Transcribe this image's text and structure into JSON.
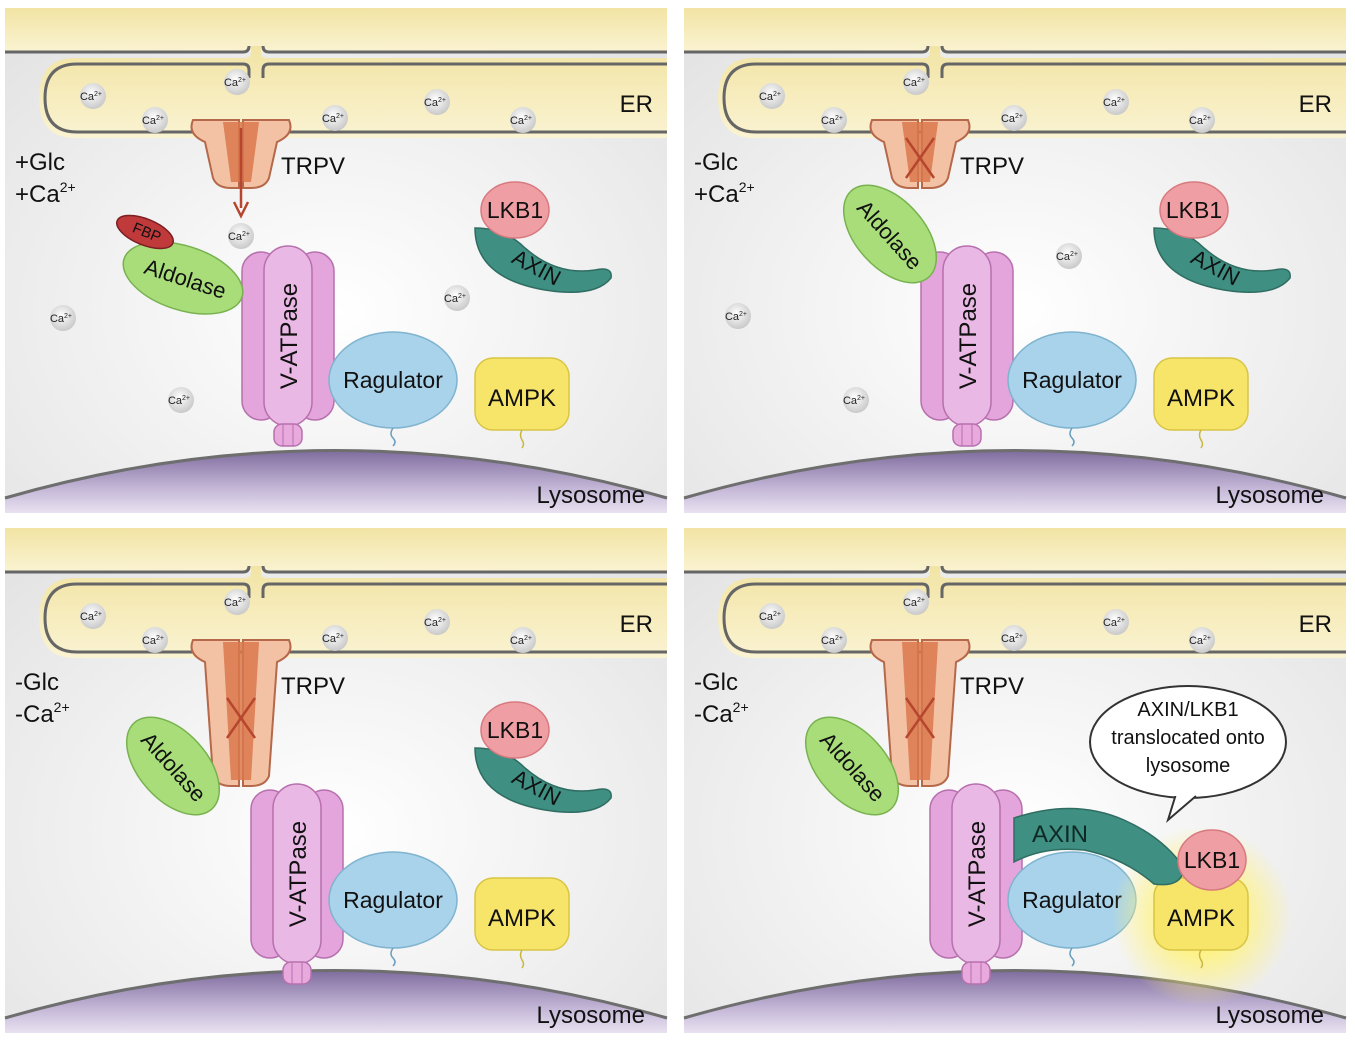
{
  "labels": {
    "er": "ER",
    "lysosome": "Lysosome",
    "trpv": "TRPV",
    "aldolase": "Aldolase",
    "fbp": "FBP",
    "vatpase": "V-ATPase",
    "ragulator": "Ragulator",
    "ampk": "AMPK",
    "lkb1": "LKB1",
    "axin": "AXIN",
    "ca": "Ca",
    "ca_charge": "2+"
  },
  "panels": [
    {
      "id": "p1",
      "condition_line1": "+Glc",
      "condition_line2_base": "+Ca",
      "condition_line2_sup": "2+",
      "trpv_open": true,
      "fbp_bound": true,
      "axin_on_lysosome": false,
      "ampk_active": false
    },
    {
      "id": "p2",
      "condition_line1": "-Glc",
      "condition_line2_base": "+Ca",
      "condition_line2_sup": "2+",
      "trpv_open": false,
      "fbp_bound": false,
      "axin_on_lysosome": false,
      "ampk_active": false
    },
    {
      "id": "p3",
      "condition_line1": "-Glc",
      "condition_line2_base": "-Ca",
      "condition_line2_sup": "2+",
      "trpv_open": false,
      "fbp_bound": false,
      "axin_on_lysosome": false,
      "ampk_active": false
    },
    {
      "id": "p4",
      "condition_line1": "-Glc",
      "condition_line2_base": "-Ca",
      "condition_line2_sup": "2+",
      "trpv_open": false,
      "fbp_bound": false,
      "axin_on_lysosome": true,
      "ampk_active": true,
      "callout": [
        "AXIN/LKB1",
        "translocated onto",
        "lysosome"
      ]
    }
  ],
  "colors": {
    "er_fill": "#f5ecb6",
    "lysosome_fill": "#9b8ab5",
    "trpv_fill": "#f3c2a5",
    "trpv_core": "#d9784c",
    "aldolase_fill": "#a8dd7a",
    "fbp_fill": "#c0393b",
    "vatpase_fill": "#e3a5db",
    "ragulator_fill": "#a9d3ea",
    "ampk_fill": "#f7e56a",
    "lkb1_fill": "#ef9fa3",
    "axin_fill": "#3f8f82"
  }
}
